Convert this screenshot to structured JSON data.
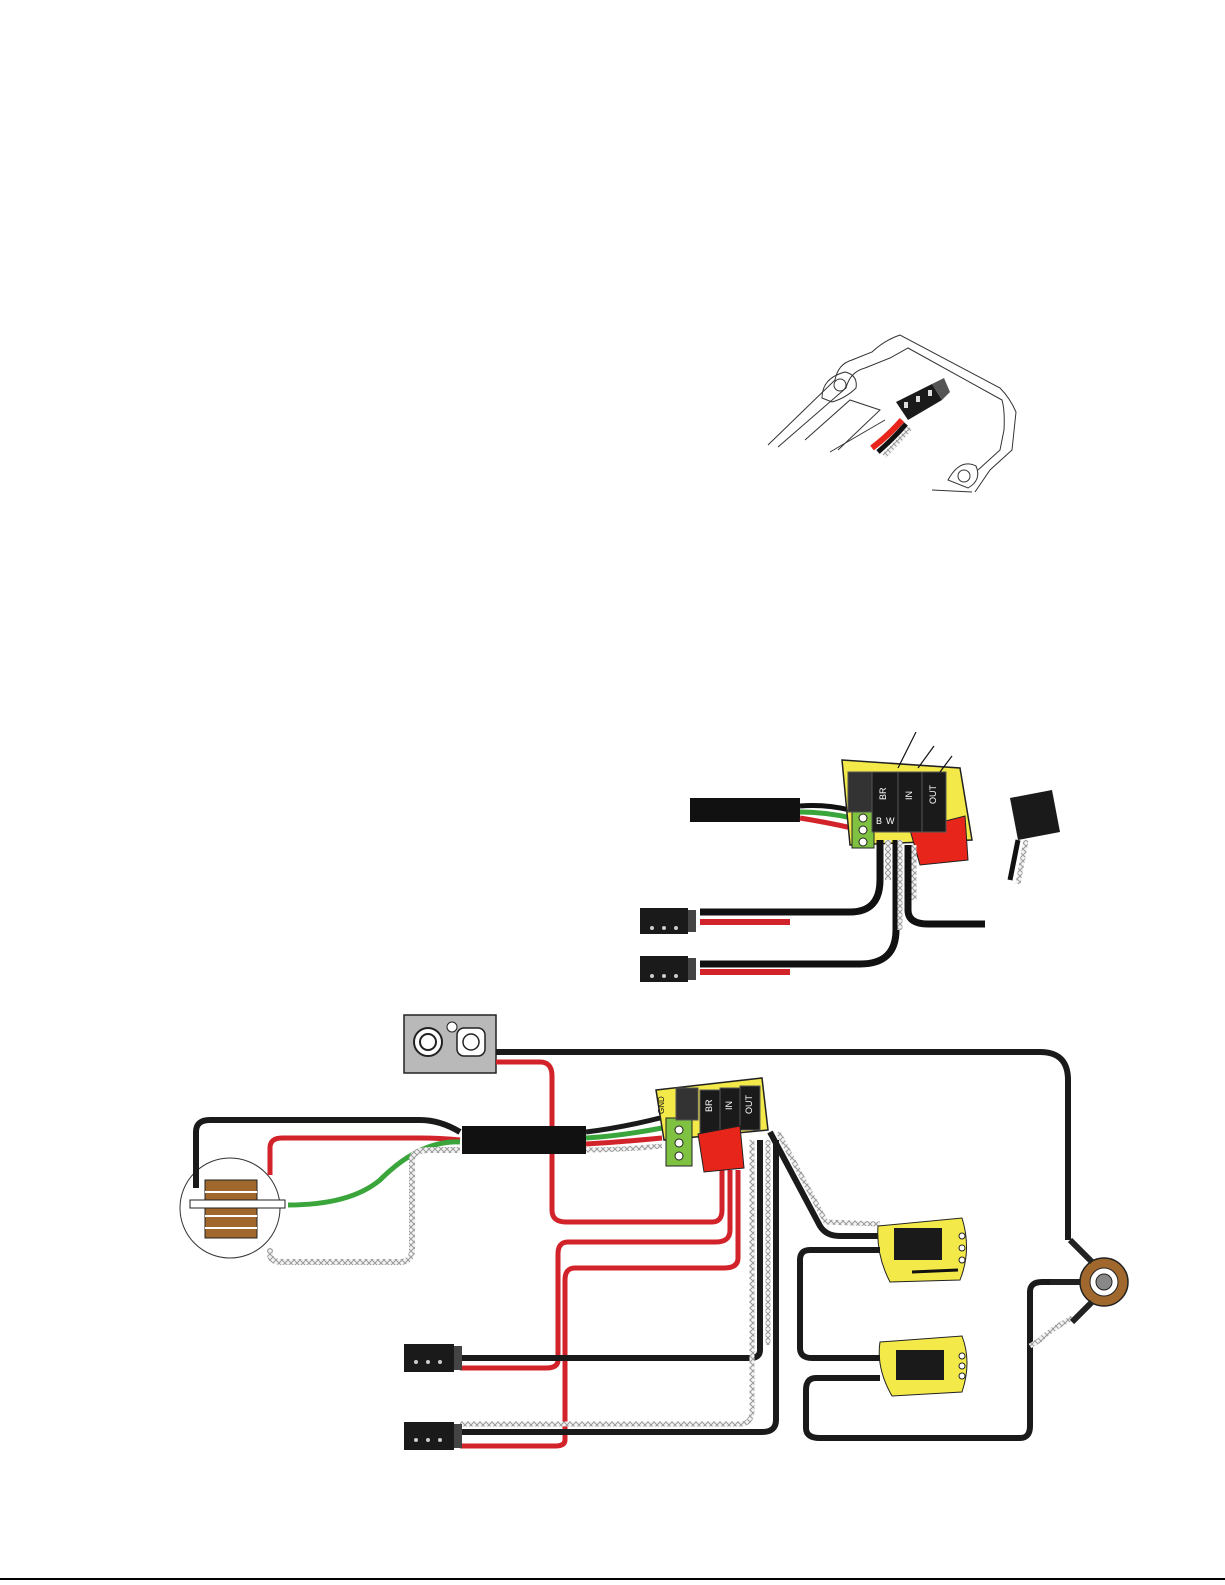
{
  "figure": {
    "battery_box_connector": "3-pin",
    "upper_board": {
      "labels": [
        "BR",
        "IN",
        "OUT"
      ],
      "sub_labels": [
        "B",
        "W"
      ],
      "callouts": 3
    },
    "lower_board": {
      "labels": [
        "GND",
        "BR",
        "IN",
        "OUT"
      ]
    },
    "colors": {
      "board_yellow": "#f3e948",
      "connector_red": "#e8251b",
      "terminal_green": "#7fc241",
      "wire_red": "#d2232a",
      "wire_green": "#3aa53a",
      "wire_black": "#1a1a1a",
      "wire_white": "#f2f2f2",
      "jack_brown": "#a0682c",
      "panel_gray": "#b9b9b9"
    },
    "icons": [
      "battery-box-icon",
      "control-board-icon",
      "pickup-icon",
      "jack-plate-icon",
      "output-jack-icon",
      "potentiometer-icon",
      "connector-plug-icon"
    ]
  }
}
